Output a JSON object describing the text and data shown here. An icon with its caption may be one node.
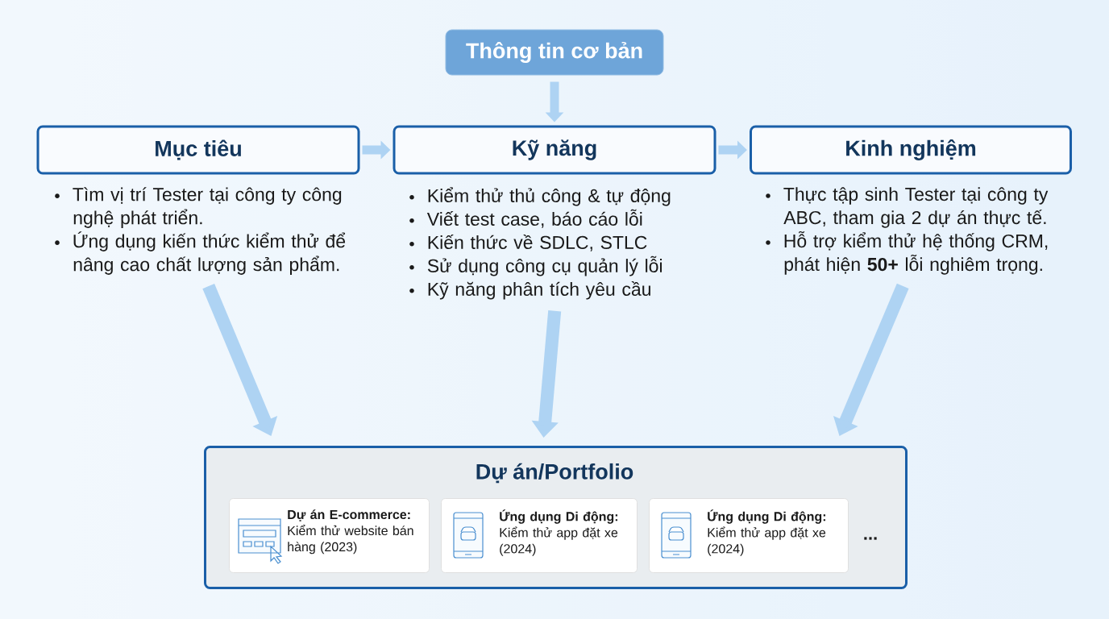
{
  "diagram": {
    "nodes": [
      {
        "text": [
          "Thông tin cơ bản"
        ]
      },
      {
        "text": [
          "Mục tiêu"
        ]
      },
      {
        "text": [
          "Kỹ năng"
        ]
      },
      {
        "text": [
          "Kinh nghiệm"
        ]
      },
      {
        "text": [
          "Tìm vị trí Tester tại công ty công nghệ phát triển.",
          "Ứng dụng kiến thức kiểm thử để nâng cao chất lượng sản phẩm."
        ]
      },
      {
        "text": [
          "Kiểm thử thủ công & tự động",
          "Viết test case, báo cáo lỗi",
          "Kiến thức về SDLC, STLC",
          "Sử dụng công cụ quản lý lỗi",
          "Kỹ năng phân tích yêu cầu"
        ]
      },
      {
        "text": [
          "Thực tập sinh Tester tại công ty ABC, tham gia 2 dự án thực tế.",
          "Hỗ trợ kiểm thử hệ thống CRM, phát hiện **50+** lỗi nghiêm trọng."
        ]
      },
      {
        "text": [
          "Dự án/Portfolio"
        ]
      },
      {
        "text": [
          "Dự án E-commerce:",
          "Kiểm thử website bán hàng (2023)"
        ],
        "in": 7
      },
      {
        "text": [
          "Ứng dụng Di động:",
          "Kiểm thử app đặt xe (2024)"
        ],
        "in": 7
      },
      {
        "text": [
          "Ứng dụng Di động:",
          "Kiểm thử app đặt xe (2024)"
        ],
        "in": 7
      }
    ],
    "edges": [
      {
        "from": 0,
        "to": 2,
        "arrow": "to"
      },
      {
        "from": 1,
        "to": 2,
        "arrow": "to"
      },
      {
        "from": 2,
        "to": 3,
        "arrow": "to"
      },
      {
        "from": 4,
        "to": 7,
        "arrow": "to"
      },
      {
        "from": 5,
        "to": 7,
        "arrow": "to"
      },
      {
        "from": 6,
        "to": 7,
        "arrow": "to"
      }
    ],
    "labels": [
      "..."
    ]
  }
}
